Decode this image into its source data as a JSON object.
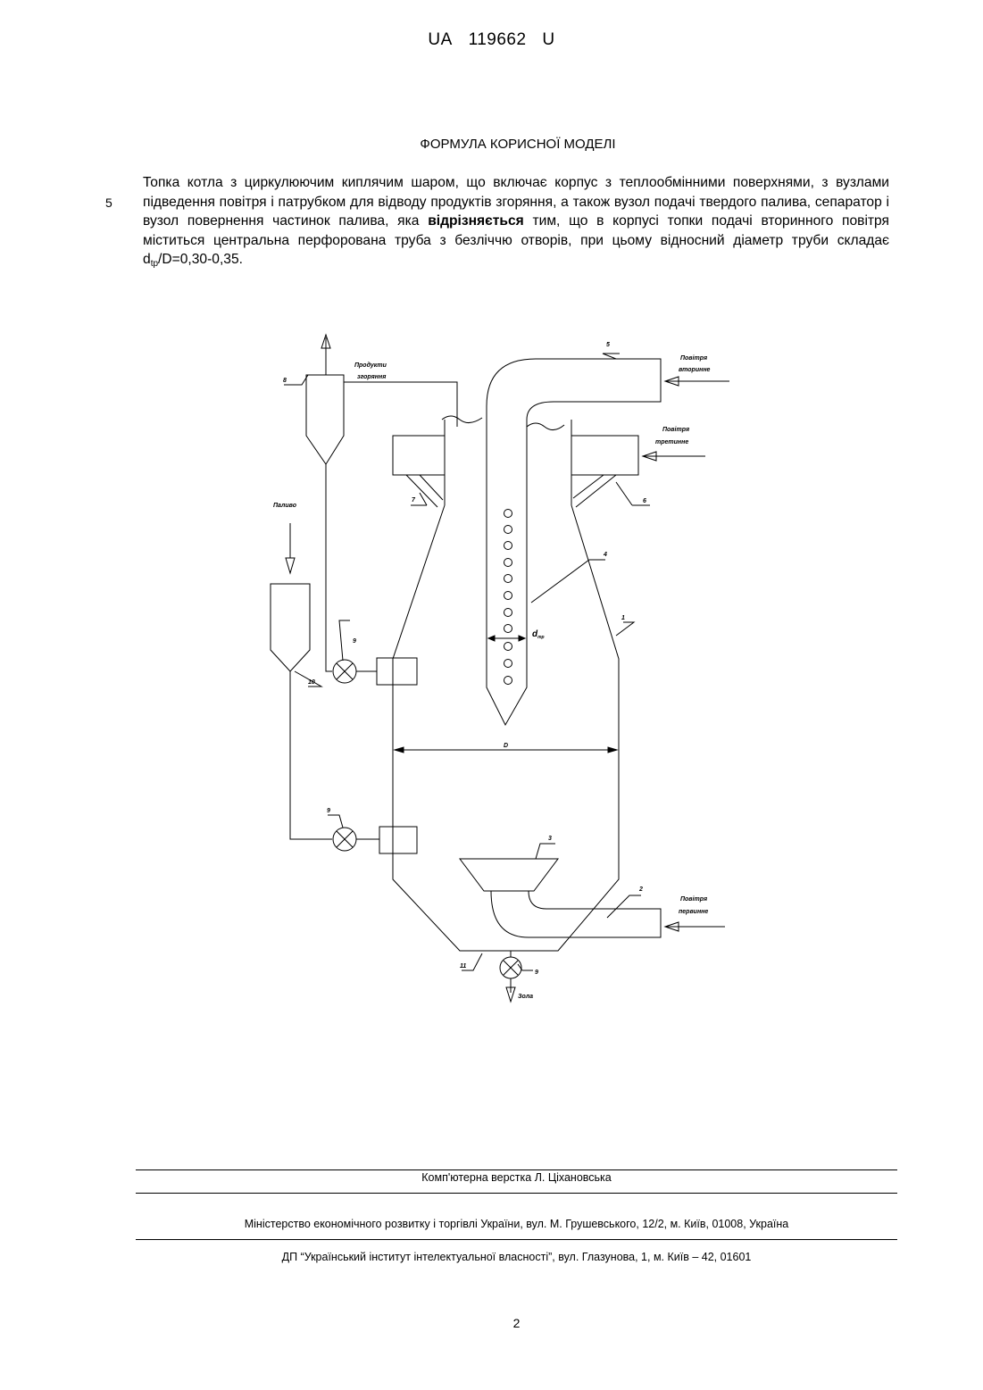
{
  "header": {
    "country": "UA",
    "number": "119662",
    "kind": "U"
  },
  "section_title": "ФОРМУЛА КОРИСНОЇ МОДЕЛІ",
  "line_number": "5",
  "claim": {
    "part1": "Топка котла з циркулюючим киплячим шаром, що включає корпус з теплообмінними поверхнями, з вузлами підведення повітря і патрубком для відводу продуктів згоряння, а також вузол подачі твердого палива, сепаратор і вузол повернення частинок палива, яка ",
    "bold": "відрізняється",
    "part2": " тим, що в корпусі топки подачі вторинного повітря міститься центральна перфорована труба з безліччю отворів, при цьому відносний діаметр труби складає d",
    "sub": "tp",
    "part3": "/D=0,30-0,35."
  },
  "figure": {
    "labels": {
      "products": [
        "Продукти",
        "згоряння"
      ],
      "secondary_air": [
        "Повітря",
        "вторинне"
      ],
      "tertiary_air": [
        "Повітря",
        "третинне"
      ],
      "fuel": "Паливо",
      "primary_air": [
        "Повітря",
        "первинне"
      ],
      "ash": "Зола",
      "dtr": "d",
      "dtr_sub": "тр",
      "D": "D"
    },
    "numbers": {
      "n1": "1",
      "n2": "2",
      "n3": "3",
      "n4": "4",
      "n5": "5",
      "n6": "6",
      "n7": "7",
      "n8": "8",
      "n9a": "9",
      "n9b": "9",
      "n9c": "9",
      "n10": "10",
      "n11": "11"
    }
  },
  "footer": {
    "compositor": "Комп'ютерна верстка Л. Ціхановська",
    "ministry": "Міністерство економічного розвитку і торгівлі України, вул. М. Грушевського, 12/2, м. Київ, 01008, Україна",
    "institute": "ДП “Український інститут інтелектуальної власності”, вул. Глазунова, 1, м. Київ – 42, 01601"
  },
  "page_number": "2"
}
